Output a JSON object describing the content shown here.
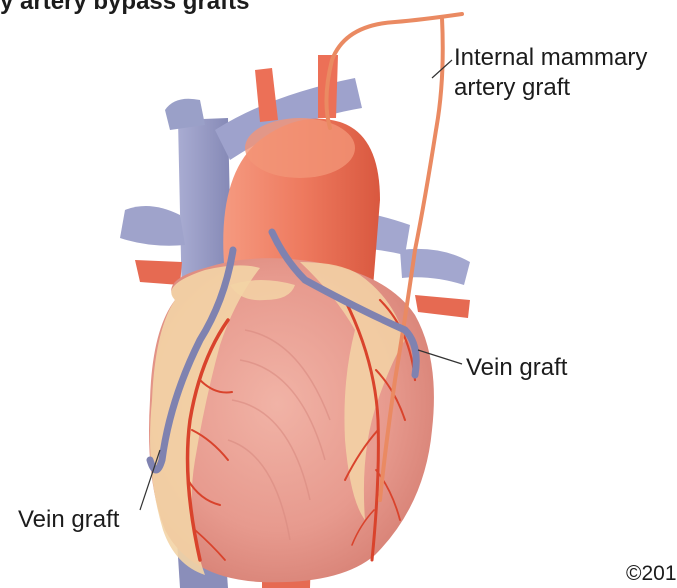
{
  "title": "y artery bypass grafts",
  "labels": {
    "internal_mammary_line1": "Internal mammary",
    "internal_mammary_line2": "artery graft",
    "vein_graft_right": "Vein graft",
    "vein_graft_left": "Vein graft"
  },
  "copyright": "©201",
  "colors": {
    "heart_muscle": "#e79a8e",
    "fat": "#f2d2a6",
    "artery": "#e5523c",
    "aorta": "#ee7a5f",
    "vein": "#8f92bd",
    "leader_line": "#333333"
  }
}
